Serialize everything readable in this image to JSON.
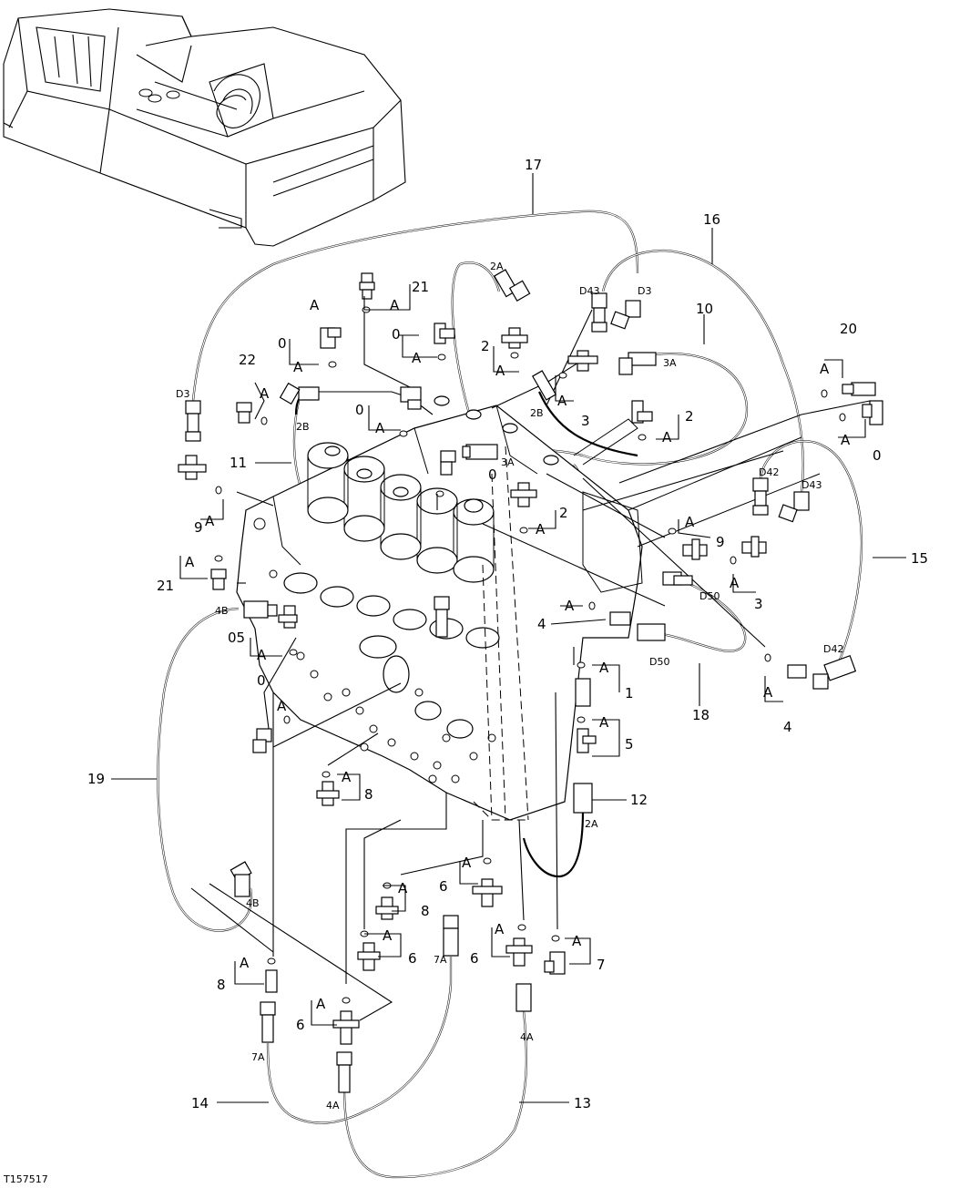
{
  "figure_id": "T157517",
  "marker_letter": "A",
  "callouts": [
    {
      "id": "c17",
      "text": "17"
    },
    {
      "id": "c16",
      "text": "16"
    },
    {
      "id": "c21t",
      "text": "21"
    },
    {
      "id": "c0a",
      "text": "0"
    },
    {
      "id": "c0b",
      "text": "0"
    },
    {
      "id": "c22",
      "text": "22"
    },
    {
      "id": "c0c",
      "text": "0"
    },
    {
      "id": "c2a",
      "text": "2"
    },
    {
      "id": "c3a",
      "text": "3"
    },
    {
      "id": "c10",
      "text": "10"
    },
    {
      "id": "c2b",
      "text": "2"
    },
    {
      "id": "c20",
      "text": "20"
    },
    {
      "id": "c0d",
      "text": "0"
    },
    {
      "id": "c11",
      "text": "11"
    },
    {
      "id": "c9a",
      "text": "9"
    },
    {
      "id": "c0e",
      "text": "0"
    },
    {
      "id": "c2c",
      "text": "2"
    },
    {
      "id": "c9b",
      "text": "9"
    },
    {
      "id": "c15",
      "text": "15"
    },
    {
      "id": "c21m",
      "text": "21"
    },
    {
      "id": "c3b",
      "text": "3"
    },
    {
      "id": "c05",
      "text": "05"
    },
    {
      "id": "c4a",
      "text": "4"
    },
    {
      "id": "c0f",
      "text": "0"
    },
    {
      "id": "c1",
      "text": "1"
    },
    {
      "id": "c18",
      "text": "18"
    },
    {
      "id": "c4b",
      "text": "4"
    },
    {
      "id": "c5",
      "text": "5"
    },
    {
      "id": "c19",
      "text": "19"
    },
    {
      "id": "c8a",
      "text": "8"
    },
    {
      "id": "c12",
      "text": "12"
    },
    {
      "id": "c6a",
      "text": "6"
    },
    {
      "id": "c8b",
      "text": "8"
    },
    {
      "id": "c6b",
      "text": "6"
    },
    {
      "id": "c6c",
      "text": "6"
    },
    {
      "id": "c7",
      "text": "7"
    },
    {
      "id": "c8c",
      "text": "8"
    },
    {
      "id": "c6d",
      "text": "6"
    },
    {
      "id": "c14",
      "text": "14"
    },
    {
      "id": "c13",
      "text": "13"
    }
  ],
  "port_labels": [
    {
      "id": "p2A_top",
      "text": "2A"
    },
    {
      "id": "pD43_top",
      "text": "D43"
    },
    {
      "id": "pD3_top",
      "text": "D3"
    },
    {
      "id": "p3A_right",
      "text": "3A"
    },
    {
      "id": "pD3_left",
      "text": "D3"
    },
    {
      "id": "p2B_left",
      "text": "2B"
    },
    {
      "id": "p2B_mid",
      "text": "2B"
    },
    {
      "id": "p3A_mid",
      "text": "3A"
    },
    {
      "id": "pD42_top",
      "text": "D42"
    },
    {
      "id": "pD43_right",
      "text": "D43"
    },
    {
      "id": "pD50_a",
      "text": "D50"
    },
    {
      "id": "pD50_b",
      "text": "D50"
    },
    {
      "id": "pD42_bot",
      "text": "D42"
    },
    {
      "id": "p4B_top",
      "text": "4B"
    },
    {
      "id": "p2A_bot",
      "text": "2A"
    },
    {
      "id": "p4B_bot",
      "text": "4B"
    },
    {
      "id": "p7A_mid",
      "text": "7A"
    },
    {
      "id": "p7A_bot",
      "text": "7A"
    },
    {
      "id": "p4A_bot",
      "text": "4A"
    },
    {
      "id": "p4A_mid",
      "text": "4A"
    }
  ],
  "marker_count": 30
}
